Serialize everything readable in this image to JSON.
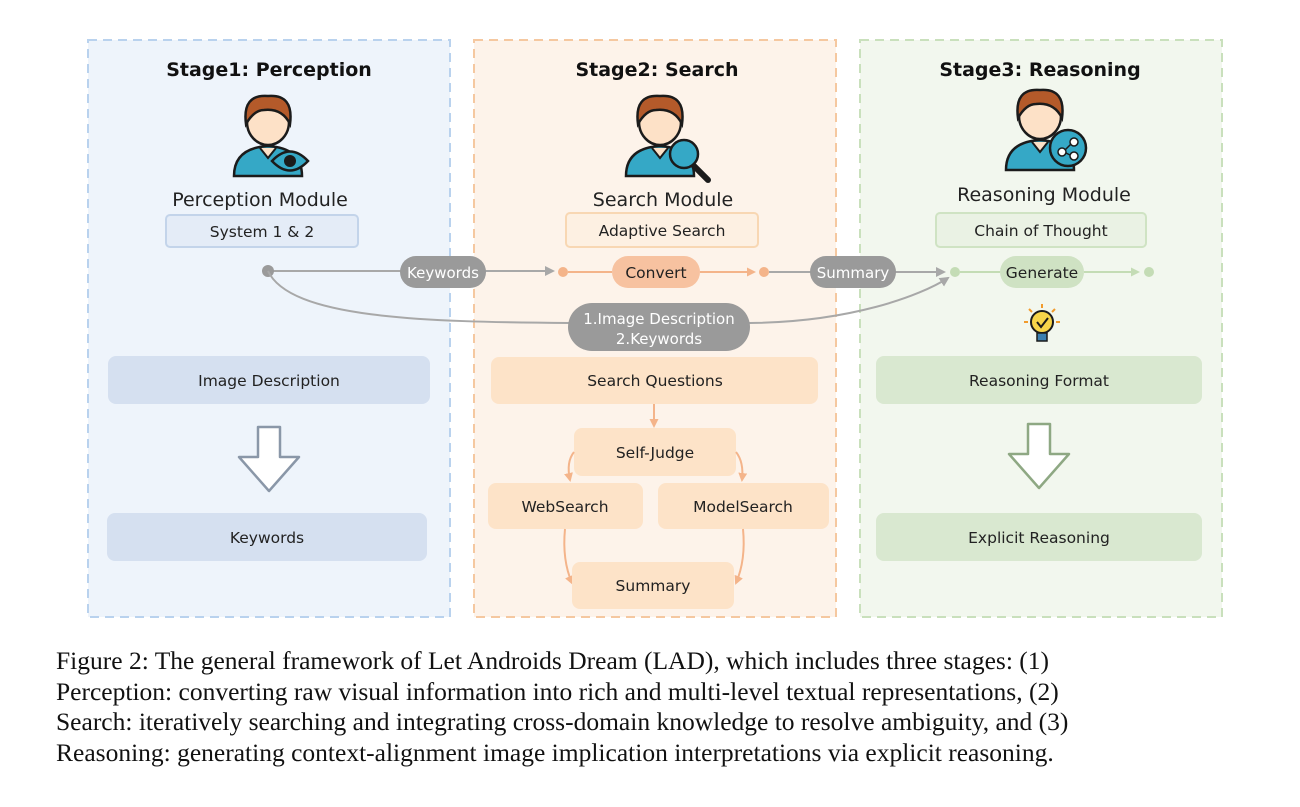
{
  "stages": [
    {
      "title": "Stage1: Perception",
      "module": "Perception Module",
      "module_box": "System 1 & 2",
      "box_top": "Image Description",
      "box_bottom": "Keywords"
    },
    {
      "title": "Stage2: Search",
      "module": "Search Module",
      "module_box": "Adaptive Search",
      "flow_box": "Convert",
      "box_top": "Search Questions",
      "self_judge": "Self-Judge",
      "web_search": "WebSearch",
      "model_search": "ModelSearch",
      "summary_box": "Summary"
    },
    {
      "title": "Stage3: Reasoning",
      "module": "Reasoning Module",
      "module_box": "Chain of Thought",
      "flow_box": "Generate",
      "box_top": "Reasoning Format",
      "box_bottom": "Explicit Reasoning"
    }
  ],
  "connectors": {
    "keywords_pill": "Keywords",
    "summary_pill": "Summary",
    "bypass_line1": "1.Image Description",
    "bypass_line2": "2.Keywords"
  },
  "colors": {
    "blue_border": "#b9d2ee",
    "blue_fill": "#eef4fb",
    "blue_box": "#d5e0f0",
    "orange_border": "#f5c8a0",
    "orange_fill": "#fdf3ea",
    "orange_box": "#fde3c8",
    "orange_dot": "#f4b48a",
    "green_border": "#c9e0bc",
    "green_fill": "#f2f7ee",
    "green_box": "#d9e8d0",
    "gray_pill": "#9a9a9a",
    "skin": "#fde1c7",
    "hair": "#b45a2a",
    "shirt": "#35a8c6"
  },
  "icons": [
    "person-eye-icon",
    "person-magnifier-icon",
    "person-network-icon",
    "lightbulb-icon",
    "down-arrow-icon"
  ],
  "caption": [
    "Figure 2: The general framework of Let Androids Dream (LAD), which includes three stages: (1)",
    "Perception: converting raw visual information into rich and multi-level textual representations, (2)",
    "Search: iteratively searching and integrating cross-domain knowledge to resolve ambiguity, and (3)",
    "Reasoning: generating context-alignment image implication interpretations via explicit reasoning."
  ]
}
